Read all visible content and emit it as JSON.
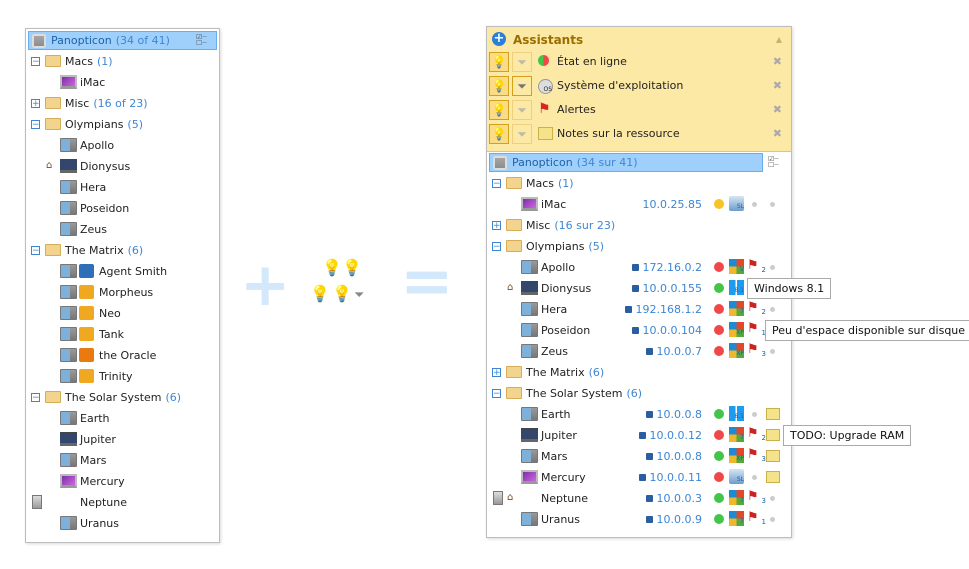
{
  "left": {
    "title": "Panopticon",
    "count": "(34 of 41)",
    "rows": [
      {
        "type": "group",
        "label": "Macs",
        "count": "(1)",
        "expanded": true
      },
      {
        "type": "host",
        "icon": "imac",
        "label": "iMac"
      },
      {
        "type": "group",
        "label": "Misc",
        "count": "(16 of 23)",
        "expanded": false
      },
      {
        "type": "group",
        "label": "Olympians",
        "count": "(5)",
        "expanded": true
      },
      {
        "type": "host",
        "icon": "pc",
        "label": "Apollo"
      },
      {
        "type": "host",
        "icon": "laptop",
        "label": "Dionysus",
        "home": true
      },
      {
        "type": "host",
        "icon": "pc",
        "label": "Hera"
      },
      {
        "type": "host",
        "icon": "pc",
        "label": "Poseidon"
      },
      {
        "type": "host",
        "icon": "pc",
        "label": "Zeus"
      },
      {
        "type": "group",
        "label": "The Matrix",
        "count": "(6)",
        "expanded": true
      },
      {
        "type": "host",
        "icon": "pc",
        "label": "Agent Smith",
        "app": "#2f6fb8"
      },
      {
        "type": "host",
        "icon": "pc",
        "label": "Morpheus",
        "app": "#f0a820"
      },
      {
        "type": "host",
        "icon": "pc",
        "label": "Neo",
        "app": "#f0a820"
      },
      {
        "type": "host",
        "icon": "pc",
        "label": "Tank",
        "app": "#f0a820"
      },
      {
        "type": "host",
        "icon": "pc",
        "label": "the Oracle",
        "app": "#e87a10"
      },
      {
        "type": "host",
        "icon": "pc",
        "label": "Trinity",
        "app": "#f0a820"
      },
      {
        "type": "group",
        "label": "The Solar System",
        "count": "(6)",
        "expanded": true
      },
      {
        "type": "host",
        "icon": "pc",
        "label": "Earth"
      },
      {
        "type": "host",
        "icon": "laptop",
        "label": "Jupiter"
      },
      {
        "type": "host",
        "icon": "pc",
        "label": "Mars"
      },
      {
        "type": "host",
        "icon": "imac",
        "label": "Mercury"
      },
      {
        "type": "host",
        "icon": "tower",
        "label": "Neptune"
      },
      {
        "type": "host",
        "icon": "pc",
        "label": "Uranus"
      }
    ]
  },
  "assistants": {
    "title": "Assistants",
    "items": [
      {
        "label": "État en ligne",
        "icon": "status-icon",
        "filter": false
      },
      {
        "label": "Système d'exploitation",
        "icon": "os-icon",
        "filter": true
      },
      {
        "label": "Alertes",
        "icon": "flag-icon",
        "filter": false
      },
      {
        "label": "Notes sur la ressource",
        "icon": "note-icon",
        "filter": false
      }
    ]
  },
  "right": {
    "title": "Panopticon",
    "count": "(34 sur 41)",
    "rows": [
      {
        "type": "group",
        "label": "Macs",
        "count": "(1)",
        "expanded": true
      },
      {
        "type": "host",
        "icon": "imac",
        "label": "iMac",
        "ip": "10.0.25.85",
        "lock": false,
        "status": "#f7c325",
        "os": "mac",
        "os_tag": "SL"
      },
      {
        "type": "group",
        "label": "Misc",
        "count": "(16 sur 23)",
        "expanded": false
      },
      {
        "type": "group",
        "label": "Olympians",
        "count": "(5)",
        "expanded": true
      },
      {
        "type": "host",
        "icon": "pc",
        "label": "Apollo",
        "ip": "172.16.0.2",
        "lock": true,
        "status": "#f04848",
        "os": "win7",
        "os_tag": "V",
        "alerts": "2"
      },
      {
        "type": "host",
        "icon": "laptop",
        "label": "Dionysus",
        "home": true,
        "ip": "10.0.0.155",
        "lock": true,
        "status": "#45c44a",
        "os": "win8",
        "os_tag": "8.1"
      },
      {
        "type": "host",
        "icon": "pc",
        "label": "Hera",
        "ip": "192.168.1.2",
        "lock": true,
        "status": "#f04848",
        "os": "win7",
        "os_tag": "7",
        "alerts": "2"
      },
      {
        "type": "host",
        "icon": "pc",
        "label": "Poseidon",
        "ip": "10.0.0.104",
        "lock": true,
        "status": "#f04848",
        "os": "win7",
        "os_tag": "XP",
        "alerts": "1"
      },
      {
        "type": "host",
        "icon": "pc",
        "label": "Zeus",
        "ip": "10.0.0.7",
        "lock": true,
        "status": "#f04848",
        "os": "win7",
        "os_tag": "XP",
        "alerts": "3"
      },
      {
        "type": "group",
        "label": "The Matrix",
        "count": "(6)",
        "expanded": false
      },
      {
        "type": "group",
        "label": "The Solar System",
        "count": "(6)",
        "expanded": true
      },
      {
        "type": "host",
        "icon": "pc",
        "label": "Earth",
        "ip": "10.0.0.8",
        "lock": true,
        "status": "#45c44a",
        "os": "win8",
        "os_tag": "8.1",
        "note": true
      },
      {
        "type": "host",
        "icon": "laptop",
        "label": "Jupiter",
        "ip": "10.0.0.12",
        "lock": true,
        "status": "#f04848",
        "os": "win7",
        "os_tag": "7",
        "alerts": "2",
        "note": true
      },
      {
        "type": "host",
        "icon": "pc",
        "label": "Mars",
        "ip": "10.0.0.8",
        "lock": true,
        "status": "#45c44a",
        "os": "win7",
        "os_tag": "XP",
        "alerts": "3",
        "note": true
      },
      {
        "type": "host",
        "icon": "imac",
        "label": "Mercury",
        "ip": "10.0.0.11",
        "lock": true,
        "status": "#f04848",
        "os": "mac",
        "os_tag": "SL",
        "note": true
      },
      {
        "type": "host",
        "icon": "tower",
        "label": "Neptune",
        "home": true,
        "ip": "10.0.0.3",
        "lock": true,
        "status": "#45c44a",
        "os": "win7",
        "os_tag": "7",
        "alerts": "3"
      },
      {
        "type": "host",
        "icon": "pc",
        "label": "Uranus",
        "ip": "10.0.0.9",
        "lock": true,
        "status": "#45c44a",
        "os": "win7",
        "os_tag": "7",
        "alerts": "1"
      }
    ]
  },
  "tooltips": {
    "os": "Windows 8.1",
    "alert": "Peu d'espace disponible sur disque",
    "note": "TODO: Upgrade RAM"
  },
  "operators": {
    "plus": "+",
    "equals": "="
  }
}
